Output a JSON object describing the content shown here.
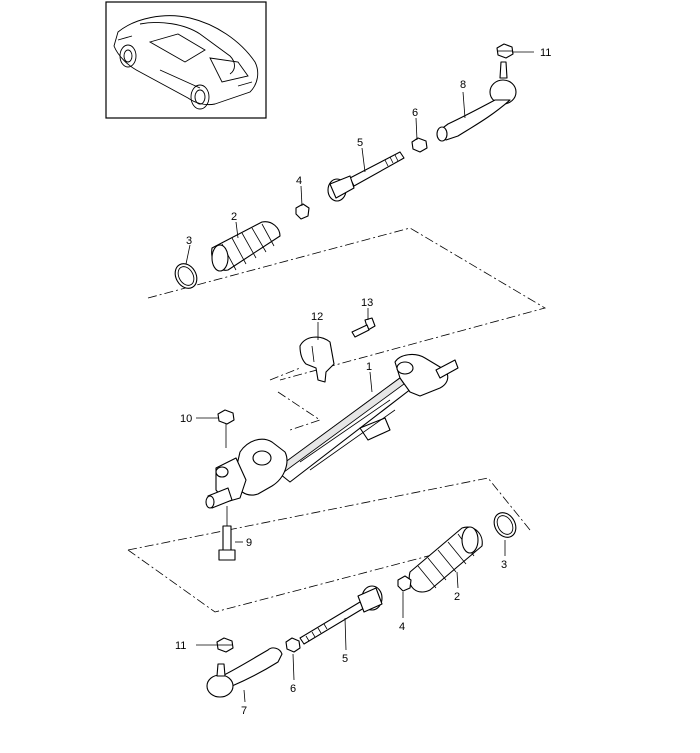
{
  "callouts": [
    {
      "id": "c11a",
      "label": "11"
    },
    {
      "id": "c8",
      "label": "8"
    },
    {
      "id": "c6a",
      "label": "6"
    },
    {
      "id": "c5a",
      "label": "5"
    },
    {
      "id": "c4a",
      "label": "4"
    },
    {
      "id": "c2a",
      "label": "2"
    },
    {
      "id": "c3a",
      "label": "3"
    },
    {
      "id": "c13",
      "label": "13"
    },
    {
      "id": "c12",
      "label": "12"
    },
    {
      "id": "c1",
      "label": "1"
    },
    {
      "id": "c10",
      "label": "10"
    },
    {
      "id": "c9",
      "label": "9"
    },
    {
      "id": "c3b",
      "label": "3"
    },
    {
      "id": "c2b",
      "label": "2"
    },
    {
      "id": "c4b",
      "label": "4"
    },
    {
      "id": "c5b",
      "label": "5"
    },
    {
      "id": "c11b",
      "label": "11"
    },
    {
      "id": "c6b",
      "label": "6"
    },
    {
      "id": "c7",
      "label": "7"
    }
  ]
}
